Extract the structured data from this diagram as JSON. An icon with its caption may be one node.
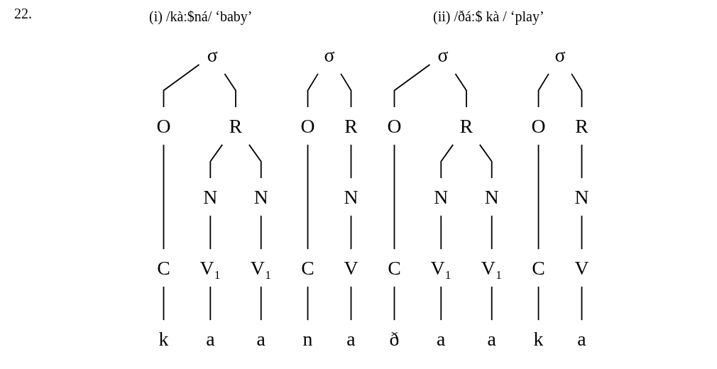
{
  "diagram": {
    "nodes": [
      {
        "text": [
          "σ"
        ]
      },
      {
        "text": [
          "O"
        ]
      },
      {
        "text": [
          "R"
        ]
      },
      {
        "text": [
          "C"
        ]
      },
      {
        "text": [
          "k"
        ]
      },
      {
        "text": [
          "N"
        ]
      },
      {
        "text": [
          "N"
        ]
      },
      {
        "text": [
          "V₁"
        ]
      },
      {
        "text": [
          "V₁"
        ]
      },
      {
        "text": [
          "a"
        ]
      },
      {
        "text": [
          "a"
        ]
      },
      {
        "text": [
          "σ"
        ]
      },
      {
        "text": [
          "O"
        ]
      },
      {
        "text": [
          "R"
        ]
      },
      {
        "text": [
          "C"
        ]
      },
      {
        "text": [
          "n"
        ]
      },
      {
        "text": [
          "N"
        ]
      },
      {
        "text": [
          "V"
        ]
      },
      {
        "text": [
          "a"
        ]
      },
      {
        "text": [
          "σ"
        ]
      },
      {
        "text": [
          "O"
        ]
      },
      {
        "text": [
          "R"
        ]
      },
      {
        "text": [
          "C"
        ]
      },
      {
        "text": [
          "ð"
        ]
      },
      {
        "text": [
          "N"
        ]
      },
      {
        "text": [
          "N"
        ]
      },
      {
        "text": [
          "V₁"
        ]
      },
      {
        "text": [
          "V₁"
        ]
      },
      {
        "text": [
          "a"
        ]
      },
      {
        "text": [
          "a"
        ]
      },
      {
        "text": [
          "σ"
        ]
      },
      {
        "text": [
          "O"
        ]
      },
      {
        "text": [
          "R"
        ]
      },
      {
        "text": [
          "C"
        ]
      },
      {
        "text": [
          "k"
        ]
      },
      {
        "text": [
          "N"
        ]
      },
      {
        "text": [
          "V"
        ]
      },
      {
        "text": [
          "a"
        ]
      }
    ],
    "edges": [
      {
        "from": 0,
        "to": 1,
        "arrow": "none"
      },
      {
        "from": 0,
        "to": 2,
        "arrow": "none"
      },
      {
        "from": 1,
        "to": 3,
        "arrow": "none"
      },
      {
        "from": 3,
        "to": 4,
        "arrow": "none"
      },
      {
        "from": 2,
        "to": 5,
        "arrow": "none"
      },
      {
        "from": 2,
        "to": 6,
        "arrow": "none"
      },
      {
        "from": 5,
        "to": 7,
        "arrow": "none"
      },
      {
        "from": 6,
        "to": 8,
        "arrow": "none"
      },
      {
        "from": 7,
        "to": 9,
        "arrow": "none"
      },
      {
        "from": 8,
        "to": 10,
        "arrow": "none"
      },
      {
        "from": 11,
        "to": 12,
        "arrow": "none"
      },
      {
        "from": 11,
        "to": 13,
        "arrow": "none"
      },
      {
        "from": 12,
        "to": 14,
        "arrow": "none"
      },
      {
        "from": 14,
        "to": 15,
        "arrow": "none"
      },
      {
        "from": 13,
        "to": 16,
        "arrow": "none"
      },
      {
        "from": 16,
        "to": 17,
        "arrow": "none"
      },
      {
        "from": 17,
        "to": 18,
        "arrow": "none"
      },
      {
        "from": 19,
        "to": 20,
        "arrow": "none"
      },
      {
        "from": 19,
        "to": 21,
        "arrow": "none"
      },
      {
        "from": 20,
        "to": 22,
        "arrow": "none"
      },
      {
        "from": 22,
        "to": 23,
        "arrow": "none"
      },
      {
        "from": 21,
        "to": 24,
        "arrow": "none"
      },
      {
        "from": 21,
        "to": 25,
        "arrow": "none"
      },
      {
        "from": 24,
        "to": 26,
        "arrow": "none"
      },
      {
        "from": 25,
        "to": 27,
        "arrow": "none"
      },
      {
        "from": 26,
        "to": 28,
        "arrow": "none"
      },
      {
        "from": 27,
        "to": 29,
        "arrow": "none"
      },
      {
        "from": 30,
        "to": 31,
        "arrow": "none"
      },
      {
        "from": 30,
        "to": 32,
        "arrow": "none"
      },
      {
        "from": 31,
        "to": 33,
        "arrow": "none"
      },
      {
        "from": 33,
        "to": 34,
        "arrow": "none"
      },
      {
        "from": 32,
        "to": 35,
        "arrow": "none"
      },
      {
        "from": 35,
        "to": 36,
        "arrow": "none"
      },
      {
        "from": 36,
        "to": 37,
        "arrow": "none"
      }
    ],
    "labels": [
      "22.",
      "(i) /kàː$ná/ ‘baby’",
      "(ii) /ðáː$ kà / ‘play’"
    ]
  }
}
